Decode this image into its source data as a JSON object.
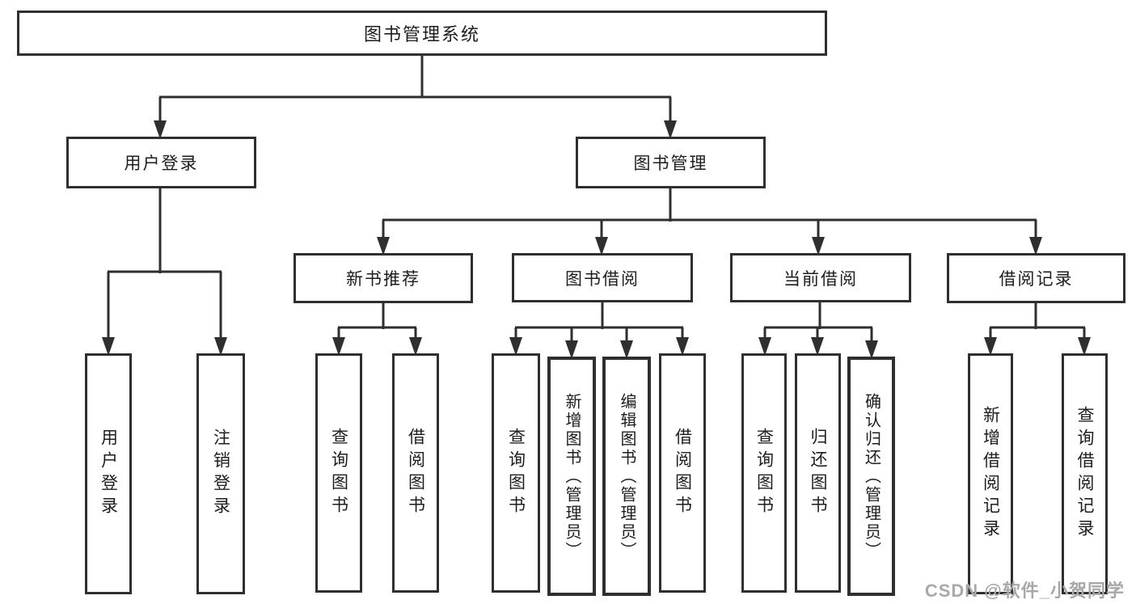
{
  "tree": {
    "root": "图书管理系统",
    "branches": [
      {
        "label": "用户登录",
        "children": [
          "用户登录",
          "注销登录"
        ]
      },
      {
        "label": "图书管理",
        "sections": [
          {
            "label": "新书推荐",
            "children": [
              "查询图书",
              "借阅图书"
            ]
          },
          {
            "label": "图书借阅",
            "children": [
              "查询图书",
              "新增图书（管理员）",
              "编辑图书（管理员）",
              "借阅图书"
            ]
          },
          {
            "label": "当前借阅",
            "children": [
              "查询图书",
              "归还图书",
              "确认归还（管理员）"
            ]
          },
          {
            "label": "借阅记录",
            "children": [
              "新增借阅记录",
              "查询借阅记录"
            ]
          }
        ]
      }
    ]
  },
  "watermark": {
    "text": "CSDN @软件_小贺同学"
  },
  "colors": {
    "line_color": "#2f2f2f",
    "text_color": "#1d1d1d",
    "watermark_color": "#a8a8a8",
    "background": "#ffffff"
  }
}
